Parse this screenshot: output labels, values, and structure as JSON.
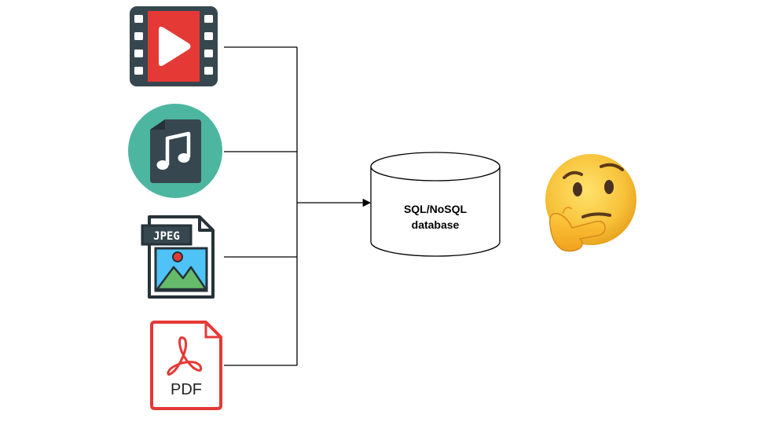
{
  "diagram": {
    "sources": [
      {
        "id": "video",
        "icon": "video-file-icon",
        "color": "#e53935"
      },
      {
        "id": "audio",
        "icon": "music-file-icon",
        "color": "#4db6a0"
      },
      {
        "id": "image",
        "icon": "jpeg-image-file-icon",
        "badge": "JPEG",
        "color": "#4fc3f7"
      },
      {
        "id": "document",
        "icon": "pdf-file-icon",
        "label": "PDF",
        "color": "#e53935"
      }
    ],
    "database": {
      "line1": "SQL/NoSQL",
      "line2": "database"
    },
    "reaction_icon": "thinking-face-icon",
    "colors": {
      "line": "#000000",
      "emoji_face": "#f7c23a",
      "teal": "#4db6a0",
      "dark_slate": "#37474f",
      "red": "#e53935"
    }
  }
}
